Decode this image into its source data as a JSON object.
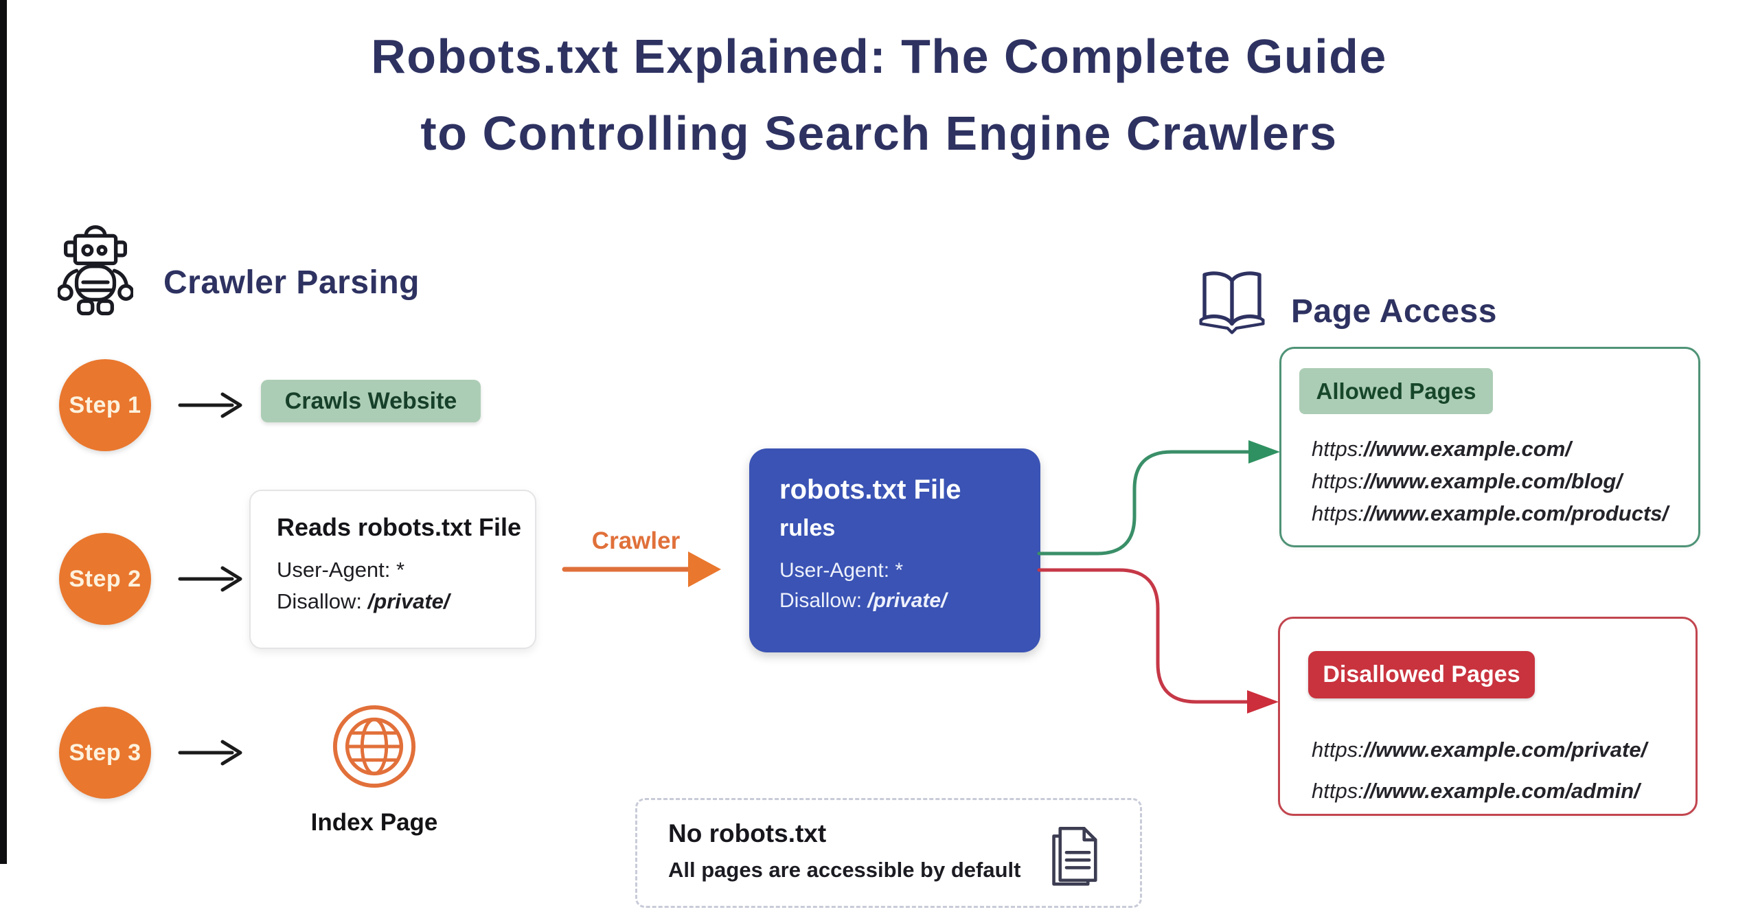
{
  "title": {
    "line1": "Robots.txt Explained: The Complete Guide",
    "line2": "to Controlling Search Engine Crawlers"
  },
  "sections": {
    "crawler_parsing": {
      "heading": "Crawler Parsing",
      "icon": "robot-icon"
    },
    "page_access": {
      "heading": "Page Access",
      "icon": "open-book-icon"
    }
  },
  "steps": [
    {
      "label": "Step 1"
    },
    {
      "label": "Step 2"
    },
    {
      "label": "Step 3"
    }
  ],
  "crawls_website": {
    "label": "Crawls Website"
  },
  "reads_box": {
    "title": "Reads robots.txt File",
    "rule1": "User-Agent: *",
    "rule2_prefix": "Disallow: ",
    "rule2_value": "/private/"
  },
  "index_page": {
    "caption": "Index Page",
    "icon": "globe-icon"
  },
  "crawler_arrow": {
    "label": "Crawler"
  },
  "robots_file_box": {
    "title": "robots.txt File",
    "subtitle": "rules",
    "rule1": "User-Agent: *",
    "rule2_prefix": "Disallow: ",
    "rule2_value": "/private/"
  },
  "allowed": {
    "badge": "Allowed Pages",
    "urls": [
      {
        "scheme": "https:",
        "rest": "//www.example.com/"
      },
      {
        "scheme": "https:",
        "rest": "//www.example.com/blog/"
      },
      {
        "scheme": "https:",
        "rest": "//www.example.com/products/"
      }
    ]
  },
  "disallowed": {
    "badge": "Disallowed Pages",
    "urls": [
      {
        "scheme": "https:",
        "rest": "//www.example.com/private/"
      },
      {
        "scheme": "https:",
        "rest": "//www.example.com/admin/"
      }
    ]
  },
  "no_robots": {
    "title": "No robots.txt",
    "subtitle": "All pages are accessible by default",
    "icon": "documents-icon"
  },
  "colors": {
    "navy": "#2e3261",
    "orange": "#e9772e",
    "sage_green": "#accdb5",
    "dark_green": "#17472b",
    "royal_blue": "#3a53b4",
    "red": "#c9333e",
    "green_arrow": "#3a8f68",
    "red_arrow": "#c63847"
  }
}
